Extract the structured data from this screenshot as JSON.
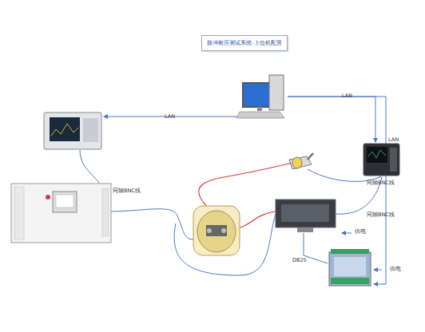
{
  "diagram": {
    "nodes": [
      {
        "text": [
          "脉冲耐压测试系统-上位机配置"
        ]
      }
    ],
    "labels": [
      "LAN",
      "LAN",
      "LAN",
      "同轴BNC线",
      "同轴BNC线",
      "同轴BNC线",
      "供电",
      "DB25",
      "供电"
    ]
  }
}
